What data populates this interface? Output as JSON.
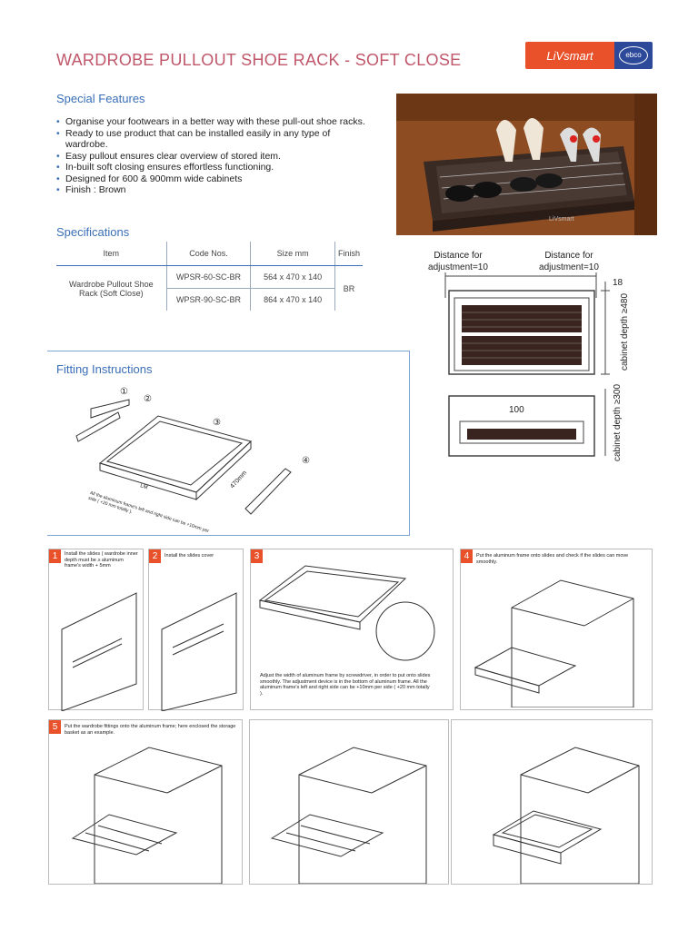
{
  "header": {
    "title": "WARDROBE PULLOUT SHOE RACK - SOFT CLOSE",
    "logo_text": "LiVsmart",
    "logo_mark": "ebco"
  },
  "features": {
    "heading": "Special Features",
    "items": [
      "Organise your footwears in a better way with these pull-out shoe racks.",
      "Ready to use product that can be installed easily in any type of wardrobe.",
      "Easy pullout ensures clear overview of stored item.",
      "In-built soft closing ensures effortless functioning.",
      "Designed for 600 & 900mm wide cabinets",
      "Finish : Brown"
    ],
    "photo_watermark": "LiVsmart"
  },
  "specs": {
    "heading": "Specifications",
    "columns": [
      "Item",
      "Code Nos.",
      "Size mm",
      "Finish"
    ],
    "item": "Wardrobe Pullout Shoe Rack (Soft Close)",
    "rows": [
      {
        "code": "WPSR-60-SC-BR",
        "size": "564 x 470 x 140"
      },
      {
        "code": "WPSR-90-SC-BR",
        "size": "864 x 470 x 140"
      }
    ],
    "finish": "BR"
  },
  "drawing": {
    "left_label_1": "Distance for",
    "left_label_2": "adjustment=10",
    "right_label_1": "Distance for",
    "right_label_2": "adjustment=10",
    "dim_18": "18",
    "depth_top": "cabinet depth ≥480",
    "dim_100": "100",
    "depth_bottom": "cabinet depth ≥300"
  },
  "fitting": {
    "heading": "Fitting Instructions",
    "callouts": [
      "①",
      "②",
      "③",
      "④"
    ],
    "dim_470": "470mm",
    "dim_lm": "LM",
    "note": "All the aluminum frame's left and right side can be +10mm per side ( +20 mm totally )."
  },
  "steps": [
    {
      "num": "1",
      "text": "Install the slides ( wardrobe inner depth must be ≥ aluminum frame's width + 5mm"
    },
    {
      "num": "2",
      "text": "Install the slides cover"
    },
    {
      "num": "3",
      "text": "Adjust the width of aluminum frame by screwdriver, in order to put onto slides smoothly. The adjustment device is in the bottom of aluminum frame. All the aluminum frame's left and right side can be +10mm per side ( +20 mm totally )."
    },
    {
      "num": "4",
      "text": "Put the aluminum frame onto slides and check if the slides can move smoothly."
    },
    {
      "num": "5",
      "text": "Put the wardrobe fittings onto the aluminum frame; here enclosed the storage basket as an example."
    }
  ]
}
